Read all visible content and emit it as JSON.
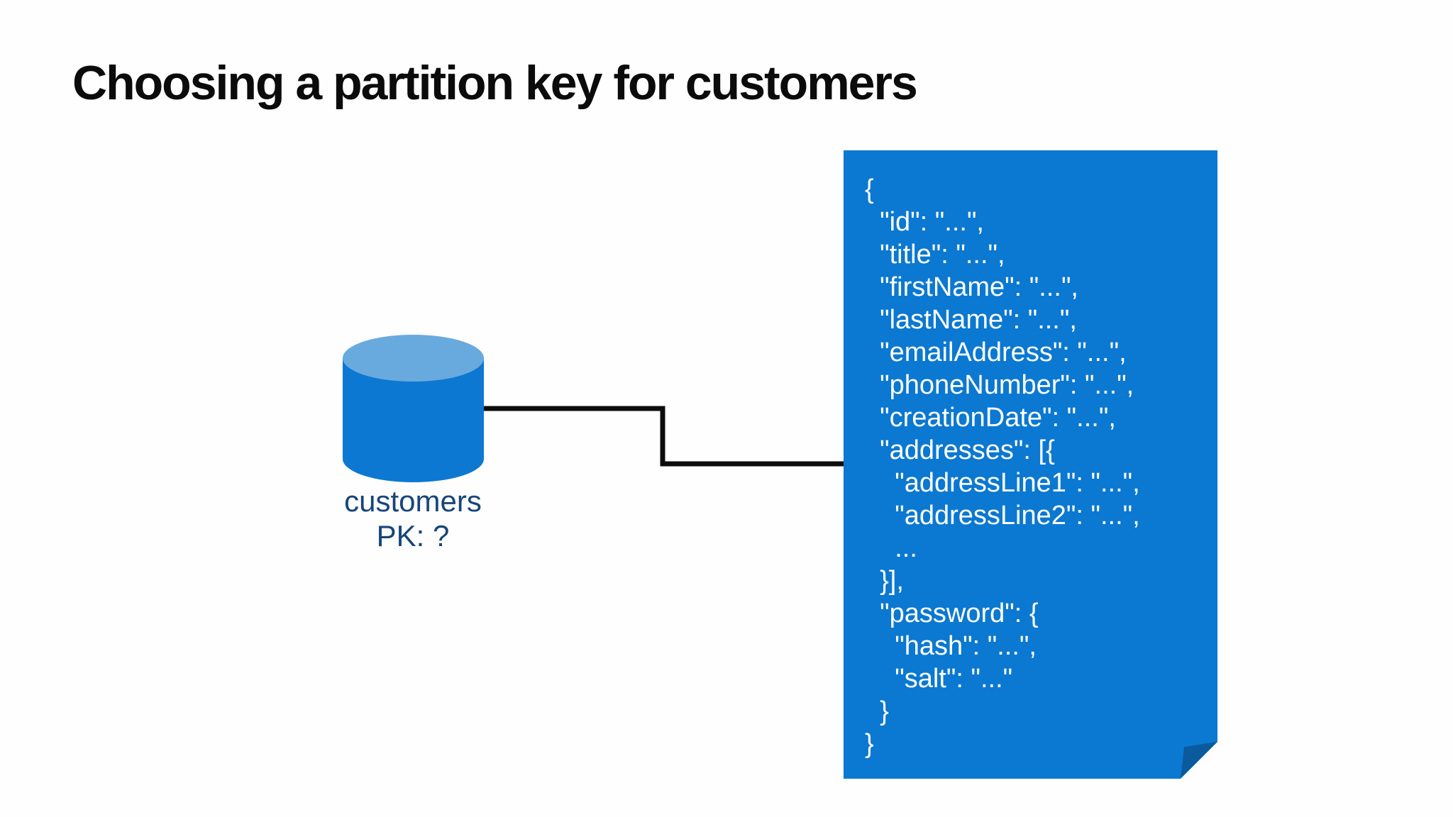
{
  "slide": {
    "title": "Choosing a partition key for customers"
  },
  "database": {
    "name": "customers",
    "partition_key_label": "PK: ?"
  },
  "document_card": {
    "code": "{\n  \"id\": \"...\",\n  \"title\": \"...\",\n  \"firstName\": \"...\",\n  \"lastName\": \"...\",\n  \"emailAddress\": \"...\",\n  \"phoneNumber\": \"...\",\n  \"creationDate\": \"...\",\n  \"addresses\": [{\n    \"addressLine1\": \"...\",\n    \"addressLine2\": \"...\",\n    ...\n  }],\n  \"password\": {\n    \"hash\": \"...\",\n    \"salt\": \"...\"\n  }\n}"
  },
  "colors": {
    "background": "#fefefe",
    "title_text": "#0b0b0b",
    "card_blue": "#0b78d1",
    "fold_blue": "#0a5a9d",
    "cylinder_body": "#0d78d2",
    "cylinder_top": "#69aade",
    "label_text": "#17457a",
    "connector": "#0d0d0d",
    "code_text": "#ffffff"
  }
}
